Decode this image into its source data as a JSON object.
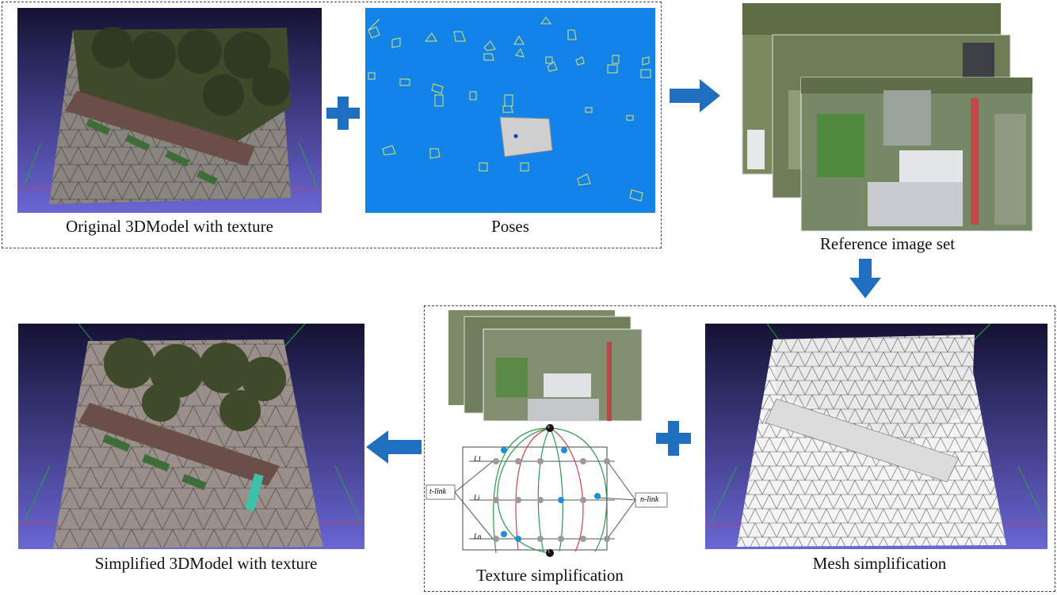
{
  "captions": {
    "original": "Original 3DModel with texture",
    "poses": "Poses",
    "reference": "Reference image set",
    "texture": "Texture simplification",
    "mesh": "Mesh simplification",
    "simplified": "Simplified 3DModel with texture"
  },
  "graph_labels": {
    "t_link": "t-link",
    "n_link": "n-link",
    "source": "s",
    "sink": "t",
    "layer_1": "L1",
    "layer_i": "Li",
    "layer_n": "Ln"
  },
  "colors": {
    "arrow": "#1f6fc0",
    "poses_bg": "#1283e8",
    "model_bg_top": "#1a1740",
    "model_bg_bottom": "#5f5bc4"
  }
}
